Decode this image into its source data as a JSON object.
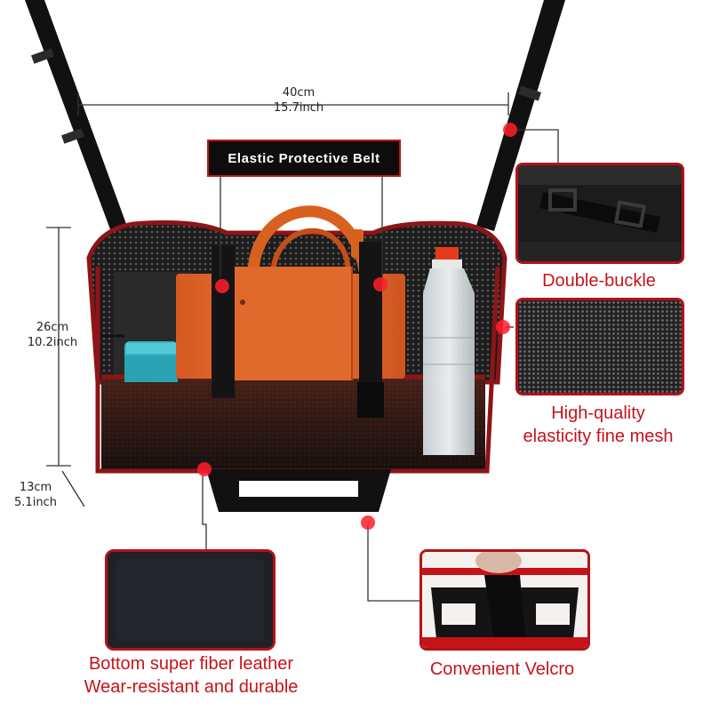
{
  "dimensions": {
    "width": {
      "cm": "40cm",
      "inch": "15.7inch"
    },
    "height": {
      "cm": "26cm",
      "inch": "10.2inch"
    },
    "depth": {
      "cm": "13cm",
      "inch": "5.1inch"
    }
  },
  "callouts": {
    "belt": "Elastic Protective Belt",
    "buckle": "Double-buckle",
    "mesh": [
      "High-quality",
      "elasticity fine mesh"
    ],
    "bottom": [
      "Bottom super fiber leather",
      "Wear-resistant and durable"
    ],
    "velcro": "Convenient Velcro"
  },
  "colors": {
    "accent_red": "#c4141a",
    "trim_red": "#8e1418",
    "strap": "#111111",
    "handbag": "#e06a2c",
    "bottle_cap": "#35b6c8"
  }
}
